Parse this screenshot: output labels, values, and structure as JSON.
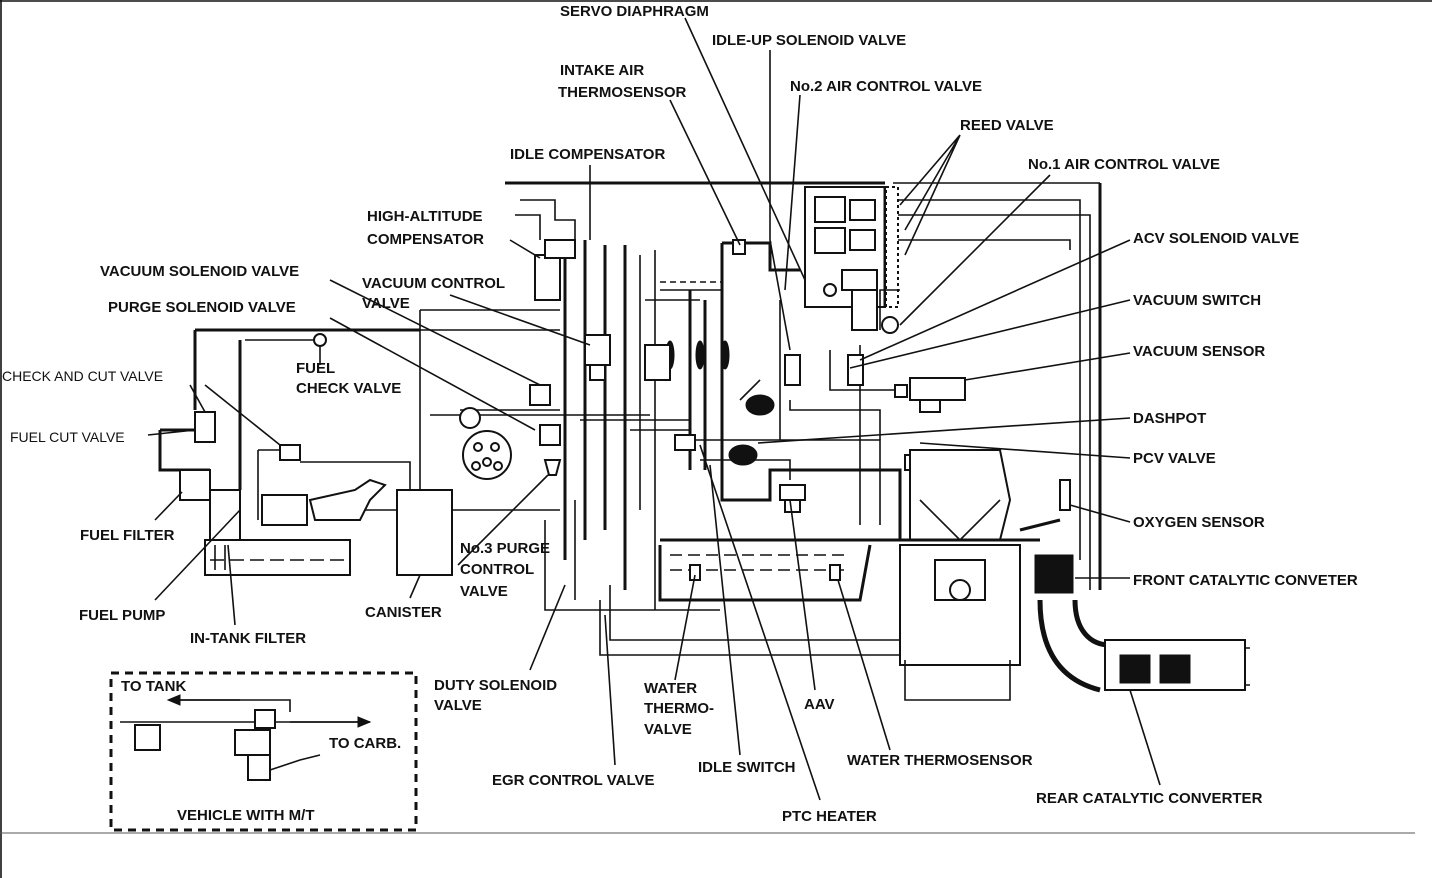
{
  "labels": {
    "servo_diaphragm": "SERVO DIAPHRAGM",
    "idle_up_solenoid_valve": "IDLE-UP SOLENOID VALVE",
    "intake_air_thermosensor_1": "INTAKE AIR",
    "intake_air_thermosensor_2": "THERMOSENSOR",
    "no2_air_control_valve": "No.2 AIR CONTROL VALVE",
    "reed_valve": "REED VALVE",
    "idle_compensator": "IDLE COMPENSATOR",
    "no1_air_control_valve": "No.1 AIR CONTROL VALVE",
    "high_altitude_1": "HIGH-ALTITUDE",
    "high_altitude_2": "COMPENSATOR",
    "acv_solenoid_valve": "ACV SOLENOID VALVE",
    "vacuum_solenoid_valve": "VACUUM SOLENOID VALVE",
    "vacuum_control_valve_1": "VACUUM CONTROL",
    "vacuum_control_valve_2": "VALVE",
    "vacuum_switch": "VACUUM SWITCH",
    "purge_solenoid_valve": "PURGE SOLENOID VALVE",
    "vacuum_sensor": "VACUUM SENSOR",
    "fuel_check_valve_1": "FUEL",
    "fuel_check_valve_2": "CHECK VALVE",
    "check_and_cut_valve": "CHECK AND CUT VALVE",
    "dashpot": "DASHPOT",
    "fuel_cut_valve": "FUEL CUT VALVE",
    "pcv_valve": "PCV VALVE",
    "oxygen_sensor": "OXYGEN SENSOR",
    "fuel_filter": "FUEL FILTER",
    "no3_purge_1": "No.3 PURGE",
    "no3_purge_2": "CONTROL",
    "no3_purge_3": "VALVE",
    "front_catalytic": "FRONT CATALYTIC CONVETER",
    "fuel_pump": "FUEL PUMP",
    "canister": "CANISTER",
    "in_tank_filter": "IN-TANK FILTER",
    "to_tank": "TO TANK",
    "to_carb": "TO CARB.",
    "vehicle_with_mt": "VEHICLE WITH M/T",
    "duty_solenoid_1": "DUTY SOLENOID",
    "duty_solenoid_2": "VALVE",
    "water_thermovalve_1": "WATER",
    "water_thermovalve_2": "THERMO-",
    "water_thermovalve_3": "VALVE",
    "aav": "AAV",
    "water_thermosensor": "WATER THERMOSENSOR",
    "egr_control_valve": "EGR CONTROL VALVE",
    "idle_switch": "IDLE SWITCH",
    "rear_catalytic": "REAR CATALYTIC CONVERTER",
    "ptc_heater": "PTC HEATER"
  }
}
